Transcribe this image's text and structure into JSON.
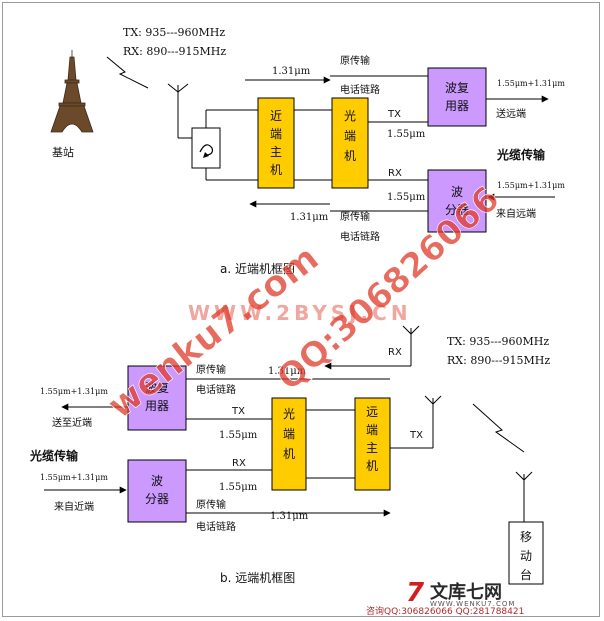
{
  "colors": {
    "box_yellow": "#ffcc00",
    "box_purple": "#cc99ff",
    "line": "#000000",
    "watermark": "#e03a2a"
  },
  "diagram_a": {
    "caption": "a.  近端机框图",
    "base_station": "基站",
    "tx_freq": "TX: 935---960MHz",
    "rx_freq": "RX: 890---915MHz",
    "near_host": [
      "近",
      "端",
      "主",
      "机"
    ],
    "optical_unit": [
      "光",
      "端",
      "机"
    ],
    "mux": [
      "波复",
      "用器"
    ],
    "demux": [
      "波",
      "分器"
    ],
    "wl_top": "1.31μm",
    "wl_bottom": "1.31μm",
    "orig_top": "原传输",
    "phone_top": "电话链路",
    "orig_bottom": "原传输",
    "phone_bottom": "电话链路",
    "tx": "TX",
    "rx": "RX",
    "tx_wl": "1.55μm",
    "rx_wl": "1.55μm",
    "combo_out": "1.55μm+1.31μm",
    "send_far": "送远端",
    "fiber": "光缆传输",
    "combo_in": "1.55μm+1.31μm",
    "from_far": "来自远端"
  },
  "diagram_b": {
    "caption": "b.  远端机框图",
    "tx_freq": "TX: 935---960MHz",
    "rx_freq": "RX: 890---915MHz",
    "rx": "RX",
    "tx": "TX",
    "mux": [
      "波复",
      "用器"
    ],
    "demux": [
      "波",
      "分器"
    ],
    "optical_unit": [
      "光",
      "端",
      "机"
    ],
    "far_host": [
      "远",
      "端",
      "主",
      "机"
    ],
    "combo_out": "1.55μm+1.31μm",
    "send_near": "送至近端",
    "fiber": "光缆传输",
    "combo_in": "1.55μm+1.31μm",
    "from_near": "来自近端",
    "orig_top": "原传输",
    "phone_top": "电话链路",
    "wl_top": "1.31μm",
    "tx_label": "TX",
    "tx_wl": "1.55μm",
    "rx_label": "RX",
    "rx_wl": "1.55μm",
    "orig_bottom": "原传输",
    "phone_bottom": "电话链路",
    "wl_bottom": "1.31μm",
    "mobile": [
      "移",
      "动",
      "台"
    ]
  },
  "watermarks": {
    "diag_1": "wenku7.com",
    "diag_2": "QQ:306826066",
    "center": "WWW.2BYSJ.CN"
  },
  "footer": {
    "logo_char": "7",
    "logo_text": "文库七网",
    "logo_url": "WWW.WENKU7.COM",
    "contact": "咨询QQ:306826066 QQ:281788421"
  }
}
